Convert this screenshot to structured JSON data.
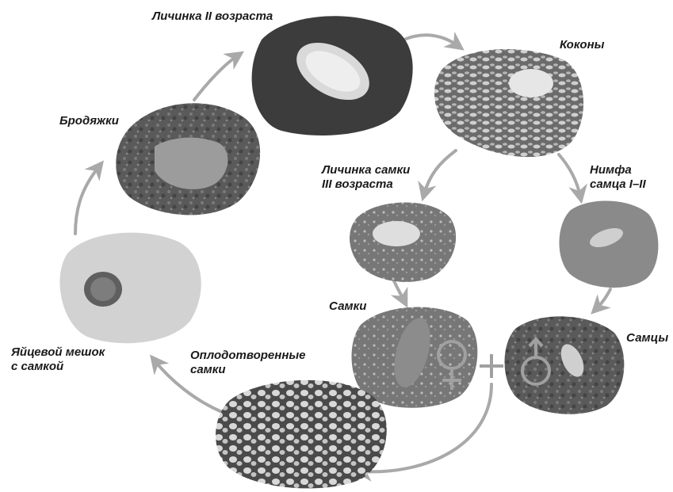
{
  "stages": {
    "larva2": "Личинка II возраста",
    "cocoons": "Коконы",
    "crawlers": "Бродяжки",
    "female_larva3_line1": "Личинка самки",
    "female_larva3_line2": "III возраста",
    "male_nymph_line1": "Нимфа",
    "male_nymph_line2": "самца I–II",
    "females": "Самки",
    "males": "Самцы",
    "egg_sac_line1": "Яйцевой мешок",
    "egg_sac_line2": "с самкой",
    "fertilized_line1": "Оплодотворенные",
    "fertilized_line2": "самки"
  },
  "symbols": {
    "plus": "+",
    "female": "♀",
    "male": "♂"
  },
  "colors": {
    "arrow": "#a9a9a9",
    "text": "#1a1a1a"
  }
}
